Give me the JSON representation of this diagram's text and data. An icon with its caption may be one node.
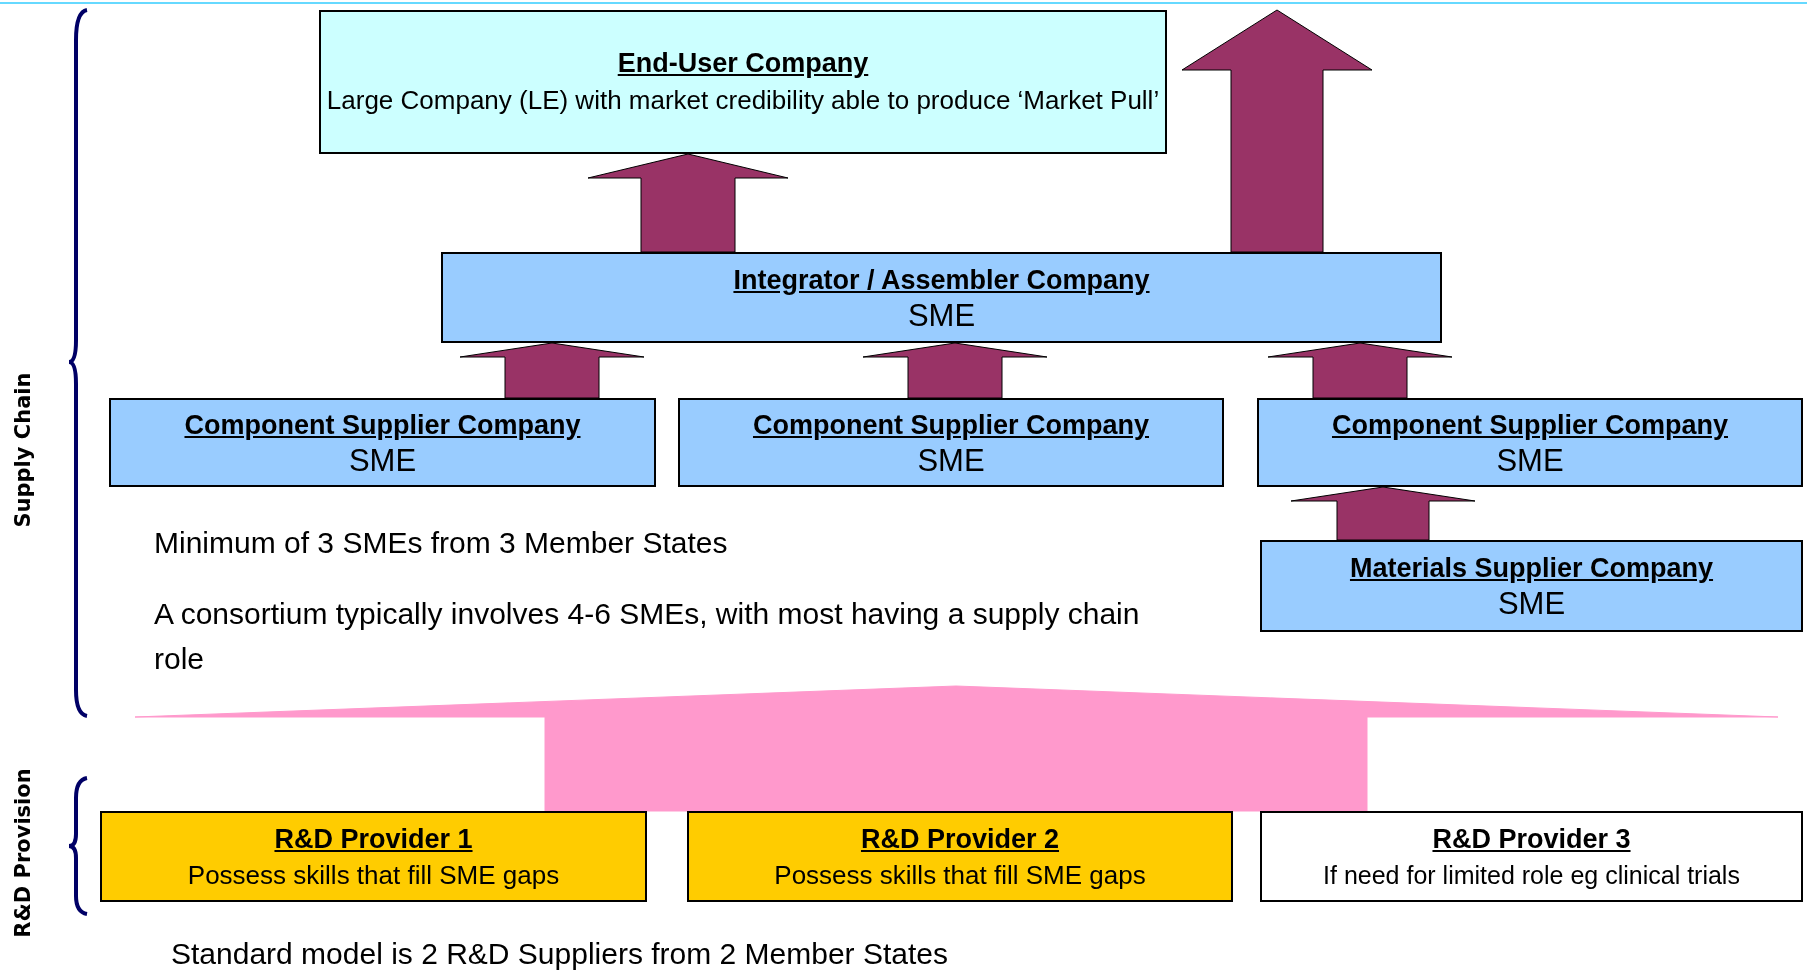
{
  "diagram": {
    "nodes": [
      {
        "text": [
          "End-User Company",
          "Large Company (LE) with market credibility able to produce ‘Market Pull’"
        ]
      },
      {
        "text": [
          "Integrator / Assembler Company",
          "SME"
        ]
      },
      {
        "text": [
          "Component Supplier Company",
          "SME"
        ]
      },
      {
        "text": [
          "Component Supplier Company",
          "SME"
        ]
      },
      {
        "text": [
          "Component Supplier Company",
          "SME"
        ]
      },
      {
        "text": [
          "Materials Supplier Company",
          "SME"
        ]
      },
      {
        "text": [
          "R&D Provider 1",
          "Possess skills that fill SME gaps"
        ]
      },
      {
        "text": [
          "R&D Provider 2",
          "Possess skills that fill SME gaps"
        ]
      },
      {
        "text": [
          "R&D Provider 3",
          "If need for limited role eg clinical trials"
        ]
      }
    ],
    "edges": [
      {
        "from": 1,
        "to": 0,
        "arrow": "to"
      },
      {
        "from": 1,
        "to": null,
        "arrow": "to"
      },
      {
        "from": 2,
        "to": 1,
        "arrow": "to"
      },
      {
        "from": 3,
        "to": 1,
        "arrow": "to"
      },
      {
        "from": 4,
        "to": 1,
        "arrow": "to"
      },
      {
        "from": 5,
        "to": 4,
        "arrow": "to"
      },
      {
        "from": 6,
        "to": null,
        "arrow": "to",
        "color": "#ff99cc"
      },
      {
        "from": 7,
        "to": null,
        "arrow": "to",
        "color": "#ff99cc"
      }
    ],
    "labels": [
      "Supply Chain",
      "R&D Provision",
      "Minimum of 3 SMEs from 3 Member States",
      "A consortium typically involves 4-6 SMEs, with most having a supply chain role",
      "Standard model is 2 R&D Suppliers from 2 Member States"
    ]
  }
}
